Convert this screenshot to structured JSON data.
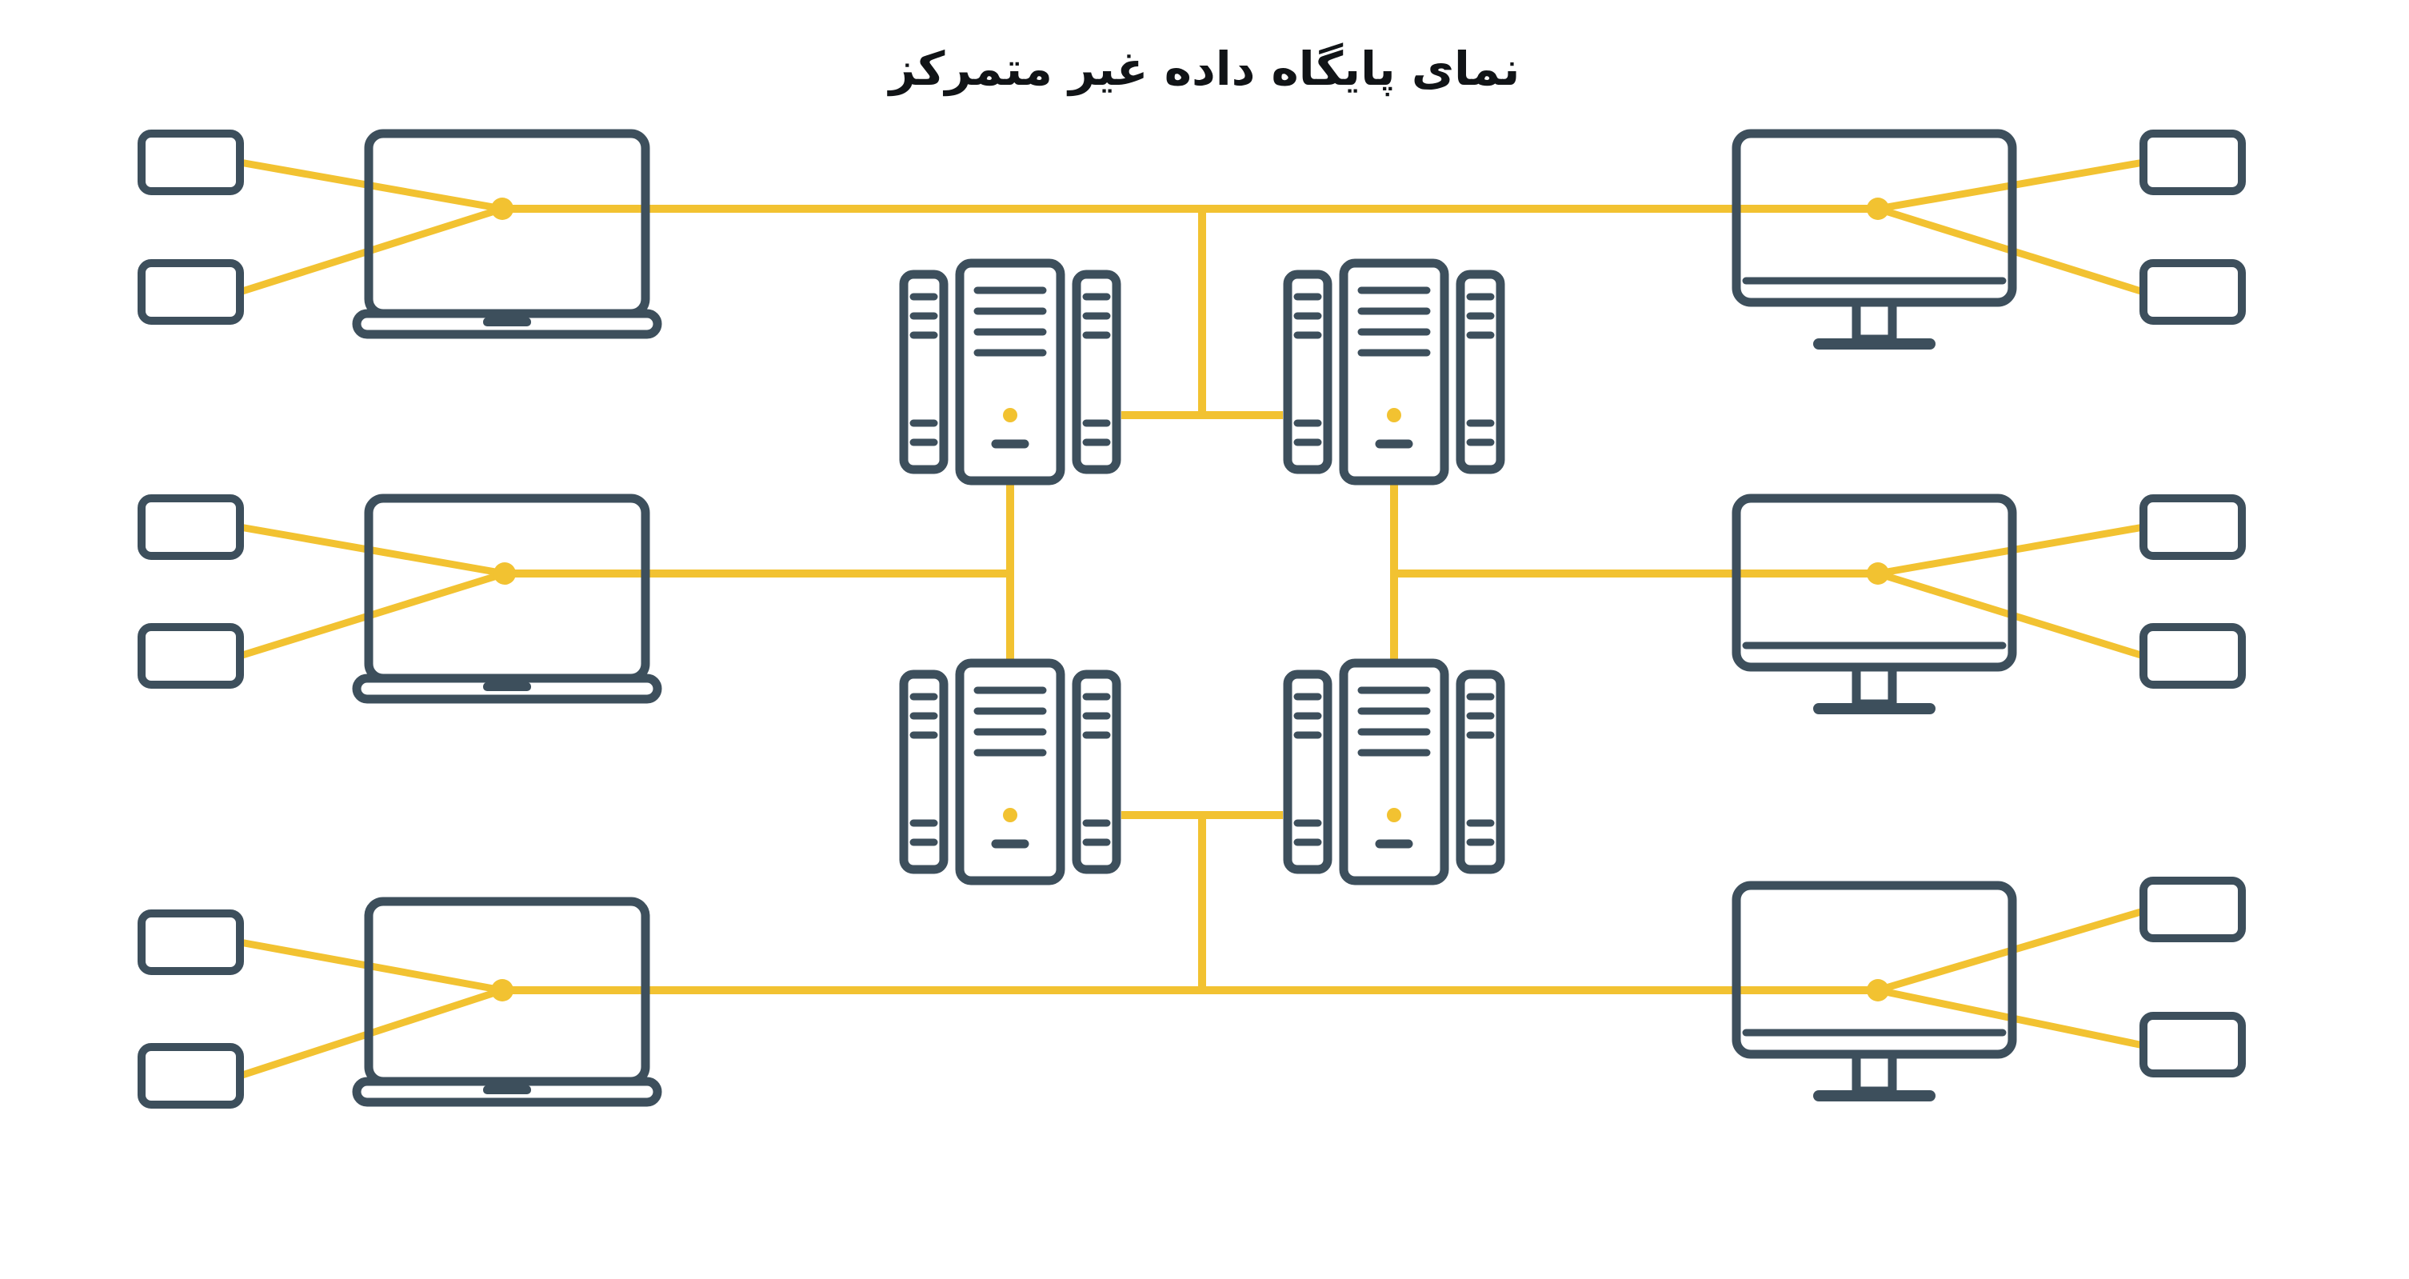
{
  "diagram": {
    "title": "نمای پایگاه داده غیر متمرکز",
    "colors": {
      "outline": "#3D4F5C",
      "accent": "#F2C231",
      "title_text": "#111417",
      "background": "#FFFFFF"
    },
    "icons": {
      "laptops": [
        "laptop-top",
        "laptop-middle",
        "laptop-bottom"
      ],
      "monitors": [
        "monitor-top",
        "monitor-middle",
        "monitor-bottom"
      ],
      "servers": [
        "server-top-left",
        "server-top-right",
        "server-bottom-left",
        "server-bottom-right"
      ],
      "client_boxes_per_device": 2,
      "client_boxes_total": 12
    }
  }
}
